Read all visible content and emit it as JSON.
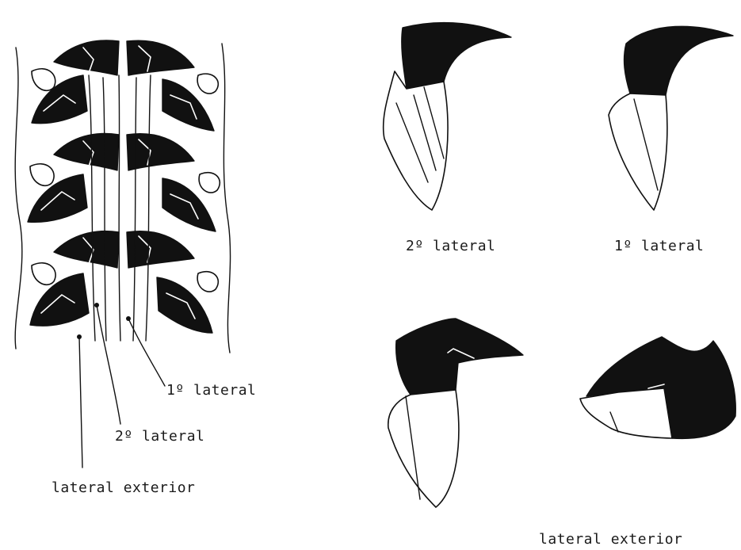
{
  "diagram": {
    "callouts": {
      "primary_lateral": "1º lateral",
      "secondary_lateral": "2º lateral",
      "lateral_exterior": "lateral exterior"
    },
    "captions": {
      "secondary_lateral_tooth": "2º lateral",
      "primary_lateral_tooth": "1º lateral",
      "lateral_exterior_teeth": "lateral exterior"
    }
  }
}
